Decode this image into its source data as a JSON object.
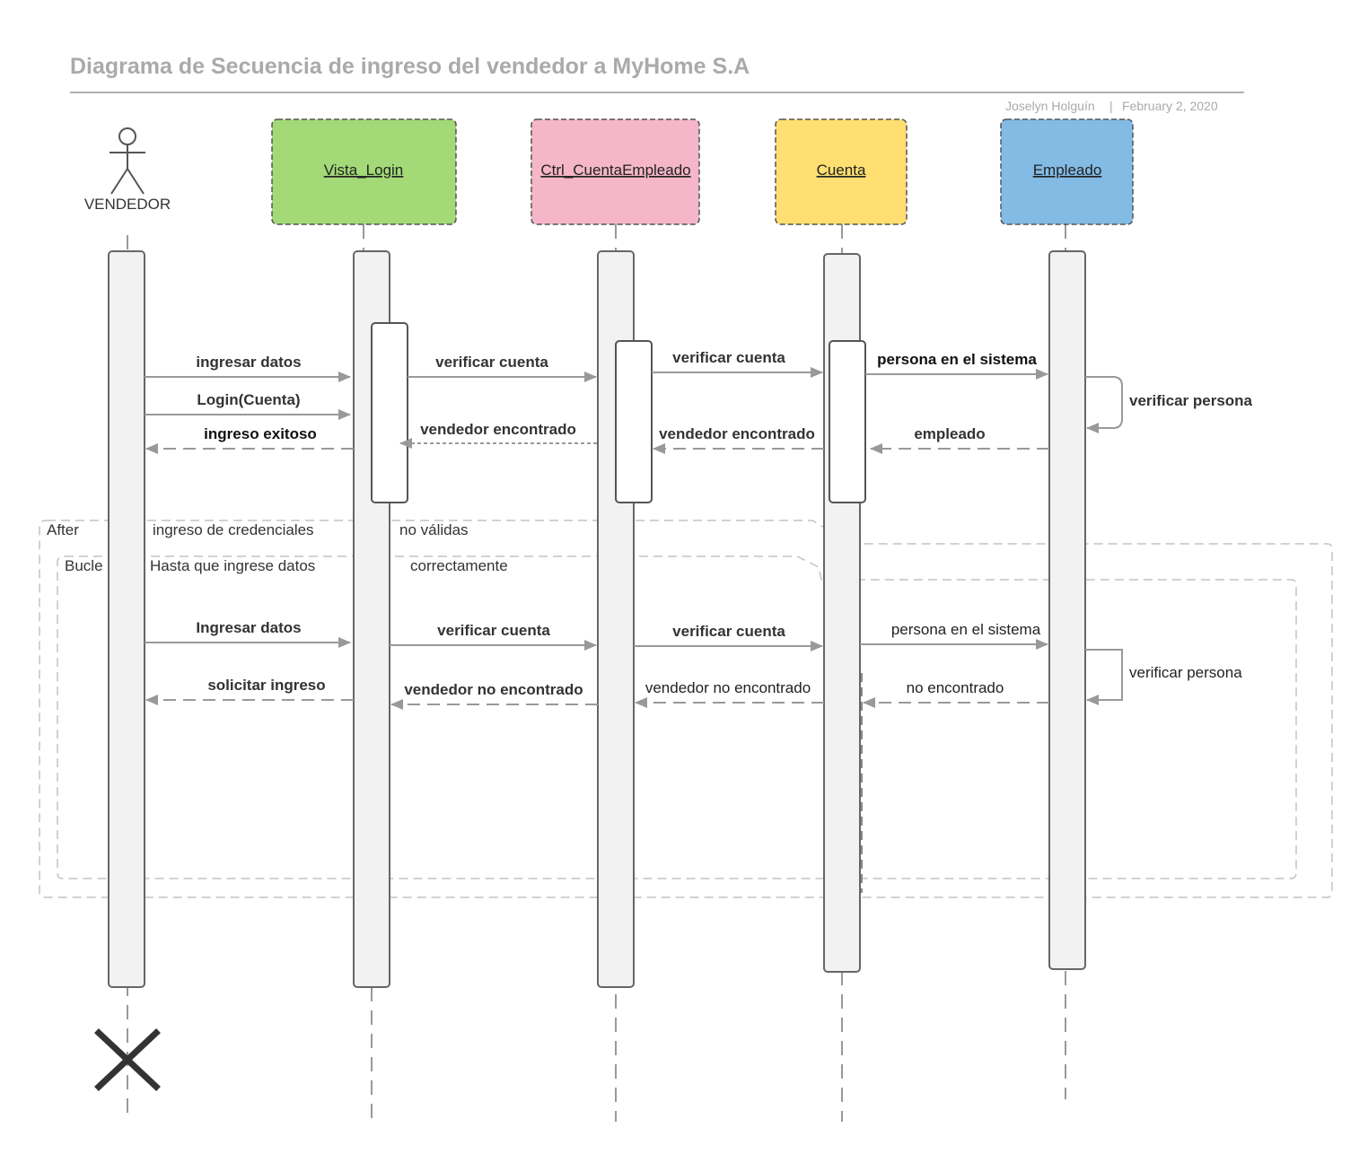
{
  "header": {
    "title": "Diagrama de Secuencia de ingreso del vendedor a MyHome S.A",
    "author": "Joselyn Holguín",
    "separator": "|",
    "date": "February 2, 2020"
  },
  "actor": {
    "label": "VENDEDOR"
  },
  "objects": [
    {
      "label": "Vista_Login",
      "color": "#a3d977"
    },
    {
      "label": "Ctrl_CuentaEmpleado",
      "color": "#f4b6c8"
    },
    {
      "label": "Cuenta",
      "color": "#ffdf71"
    },
    {
      "label": "Empleado",
      "color": "#83bbe5"
    }
  ],
  "messages_main": {
    "ingresar_datos": "ingresar datos",
    "login": "Login(Cuenta)",
    "ingreso_exitoso": "ingreso exitoso",
    "verificar_cuenta_1": "verificar cuenta",
    "vendedor_encontrado_1": "vendedor encontrado",
    "verificar_cuenta_2": "verificar cuenta",
    "vendedor_encontrado_2": "vendedor encontrado",
    "persona_en_sistema": "persona en el sistema",
    "empleado": "empleado",
    "verificar_persona": "verificar persona"
  },
  "frames": {
    "after": {
      "label": "After",
      "cond_1": "ingreso de credenciales",
      "cond_2": "no válidas"
    },
    "loop": {
      "label": "Bucle",
      "cond_1": "Hasta que ingrese datos",
      "cond_2": "correctamente"
    }
  },
  "messages_loop": {
    "ingresar_datos": "Ingresar datos",
    "solicitar_ingreso": "solicitar ingreso",
    "verificar_cuenta_1": "verificar cuenta",
    "vendedor_no_encontrado_1": "vendedor no encontrado",
    "verificar_cuenta_2": "verificar cuenta",
    "vendedor_no_encontrado_2": "vendedor no encontrado",
    "persona_en_sistema": "persona en el sistema",
    "no_encontrado": "no encontrado",
    "verificar_persona": "verificar persona"
  }
}
